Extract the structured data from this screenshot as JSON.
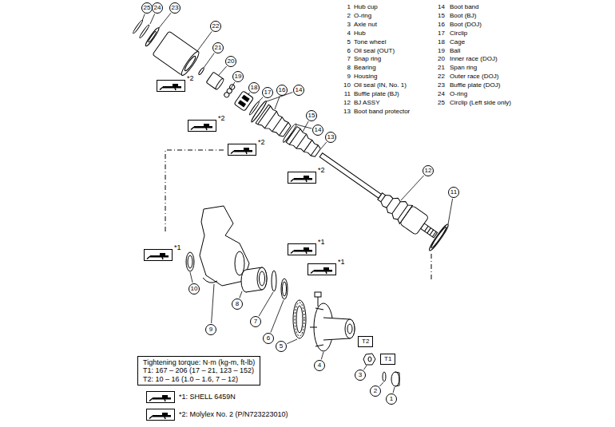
{
  "diagram": {
    "nodes": [
      {
        "text": [
          "25"
        ]
      },
      {
        "text": [
          "24"
        ]
      },
      {
        "text": [
          "23"
        ]
      },
      {
        "text": [
          "22"
        ]
      },
      {
        "text": [
          "21"
        ]
      },
      {
        "text": [
          "20"
        ]
      },
      {
        "text": [
          "19"
        ]
      },
      {
        "text": [
          "18"
        ]
      },
      {
        "text": [
          "17"
        ]
      },
      {
        "text": [
          "16"
        ]
      },
      {
        "text": [
          "14"
        ]
      },
      {
        "text": [
          "15"
        ]
      },
      {
        "text": [
          "14"
        ]
      },
      {
        "text": [
          "13"
        ]
      },
      {
        "text": [
          "12"
        ]
      },
      {
        "text": [
          "11"
        ]
      },
      {
        "text": [
          "10"
        ]
      },
      {
        "text": [
          "8"
        ]
      },
      {
        "text": [
          "7"
        ]
      },
      {
        "text": [
          "9"
        ]
      },
      {
        "text": [
          "6"
        ]
      },
      {
        "text": [
          "T2"
        ]
      },
      {
        "text": [
          "5"
        ]
      },
      {
        "text": [
          "Tightening torque: N·m (kg-m, ft-lb)",
          "T1: 167 – 206 (17 – 21, 123 – 152)",
          "T2: 10 – 16 (1.0 – 1.6, 7 – 12)"
        ]
      },
      {
        "text": [
          "T1"
        ]
      },
      {
        "text": [
          "4"
        ]
      },
      {
        "text": [
          "3"
        ]
      },
      {
        "text": [
          "2"
        ]
      },
      {
        "text": [
          "1"
        ]
      }
    ],
    "labels": [
      "1",
      "Hub cup",
      "2",
      "O-ring",
      "3",
      "Axle nut",
      "4",
      "Hub",
      "5",
      "Tone wheel",
      "6",
      "Oil seal (OUT)",
      "7",
      "Snap ring",
      "8",
      "Bearing",
      "9",
      "Housing",
      "10",
      "Oil seal (IN, No. 1)",
      "11",
      "Buffle plate (BJ)",
      "12",
      "BJ ASSY",
      "13",
      "Boot band protector",
      "14",
      "Boot band",
      "15",
      "Boot (BJ)",
      "16",
      "Boot (DOJ)",
      "17",
      "Circlip",
      "18",
      "Cage",
      "19",
      "Ball",
      "20",
      "Inner race (DOJ)",
      "21",
      "Span ring",
      "22",
      "Outer race (DOJ)",
      "23",
      "Buffle plate (DOJ)",
      "24",
      "O-ring",
      "25",
      "Circlip (Left side only)",
      "*2",
      "*2",
      "*2",
      "*2",
      "*1",
      "*1",
      "*1"
    ],
    "legend": [
      {
        "text": "*1: SHELL 6459N"
      },
      {
        "text": "*2: Molylex No. 2 (P/N723223010)"
      }
    ]
  }
}
